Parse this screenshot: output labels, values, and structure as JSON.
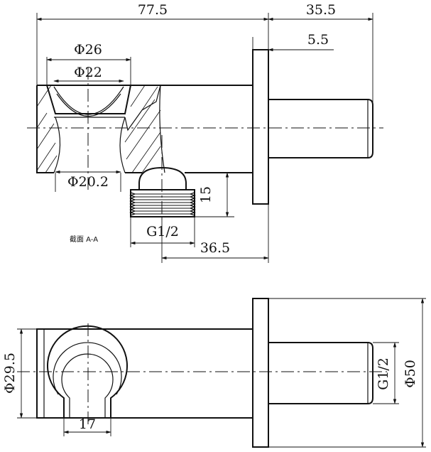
{
  "section_label": "截面 A-A",
  "dimensions_top": {
    "overall_length": "77.5",
    "outlet_length": "35.5",
    "flange_thickness": "5.5",
    "seat_outer_dia": "Φ26",
    "seat_mid_dia": "Φ22",
    "seat_inner_dia": "Φ20.2",
    "inlet_height": "15",
    "inlet_thread": "G1/2",
    "inlet_offset": "36.5"
  },
  "dimensions_bottom": {
    "body_dia": "Φ29.5",
    "slot_width": "17",
    "outlet_thread": "G1/2",
    "flange_dia": "Φ50"
  }
}
